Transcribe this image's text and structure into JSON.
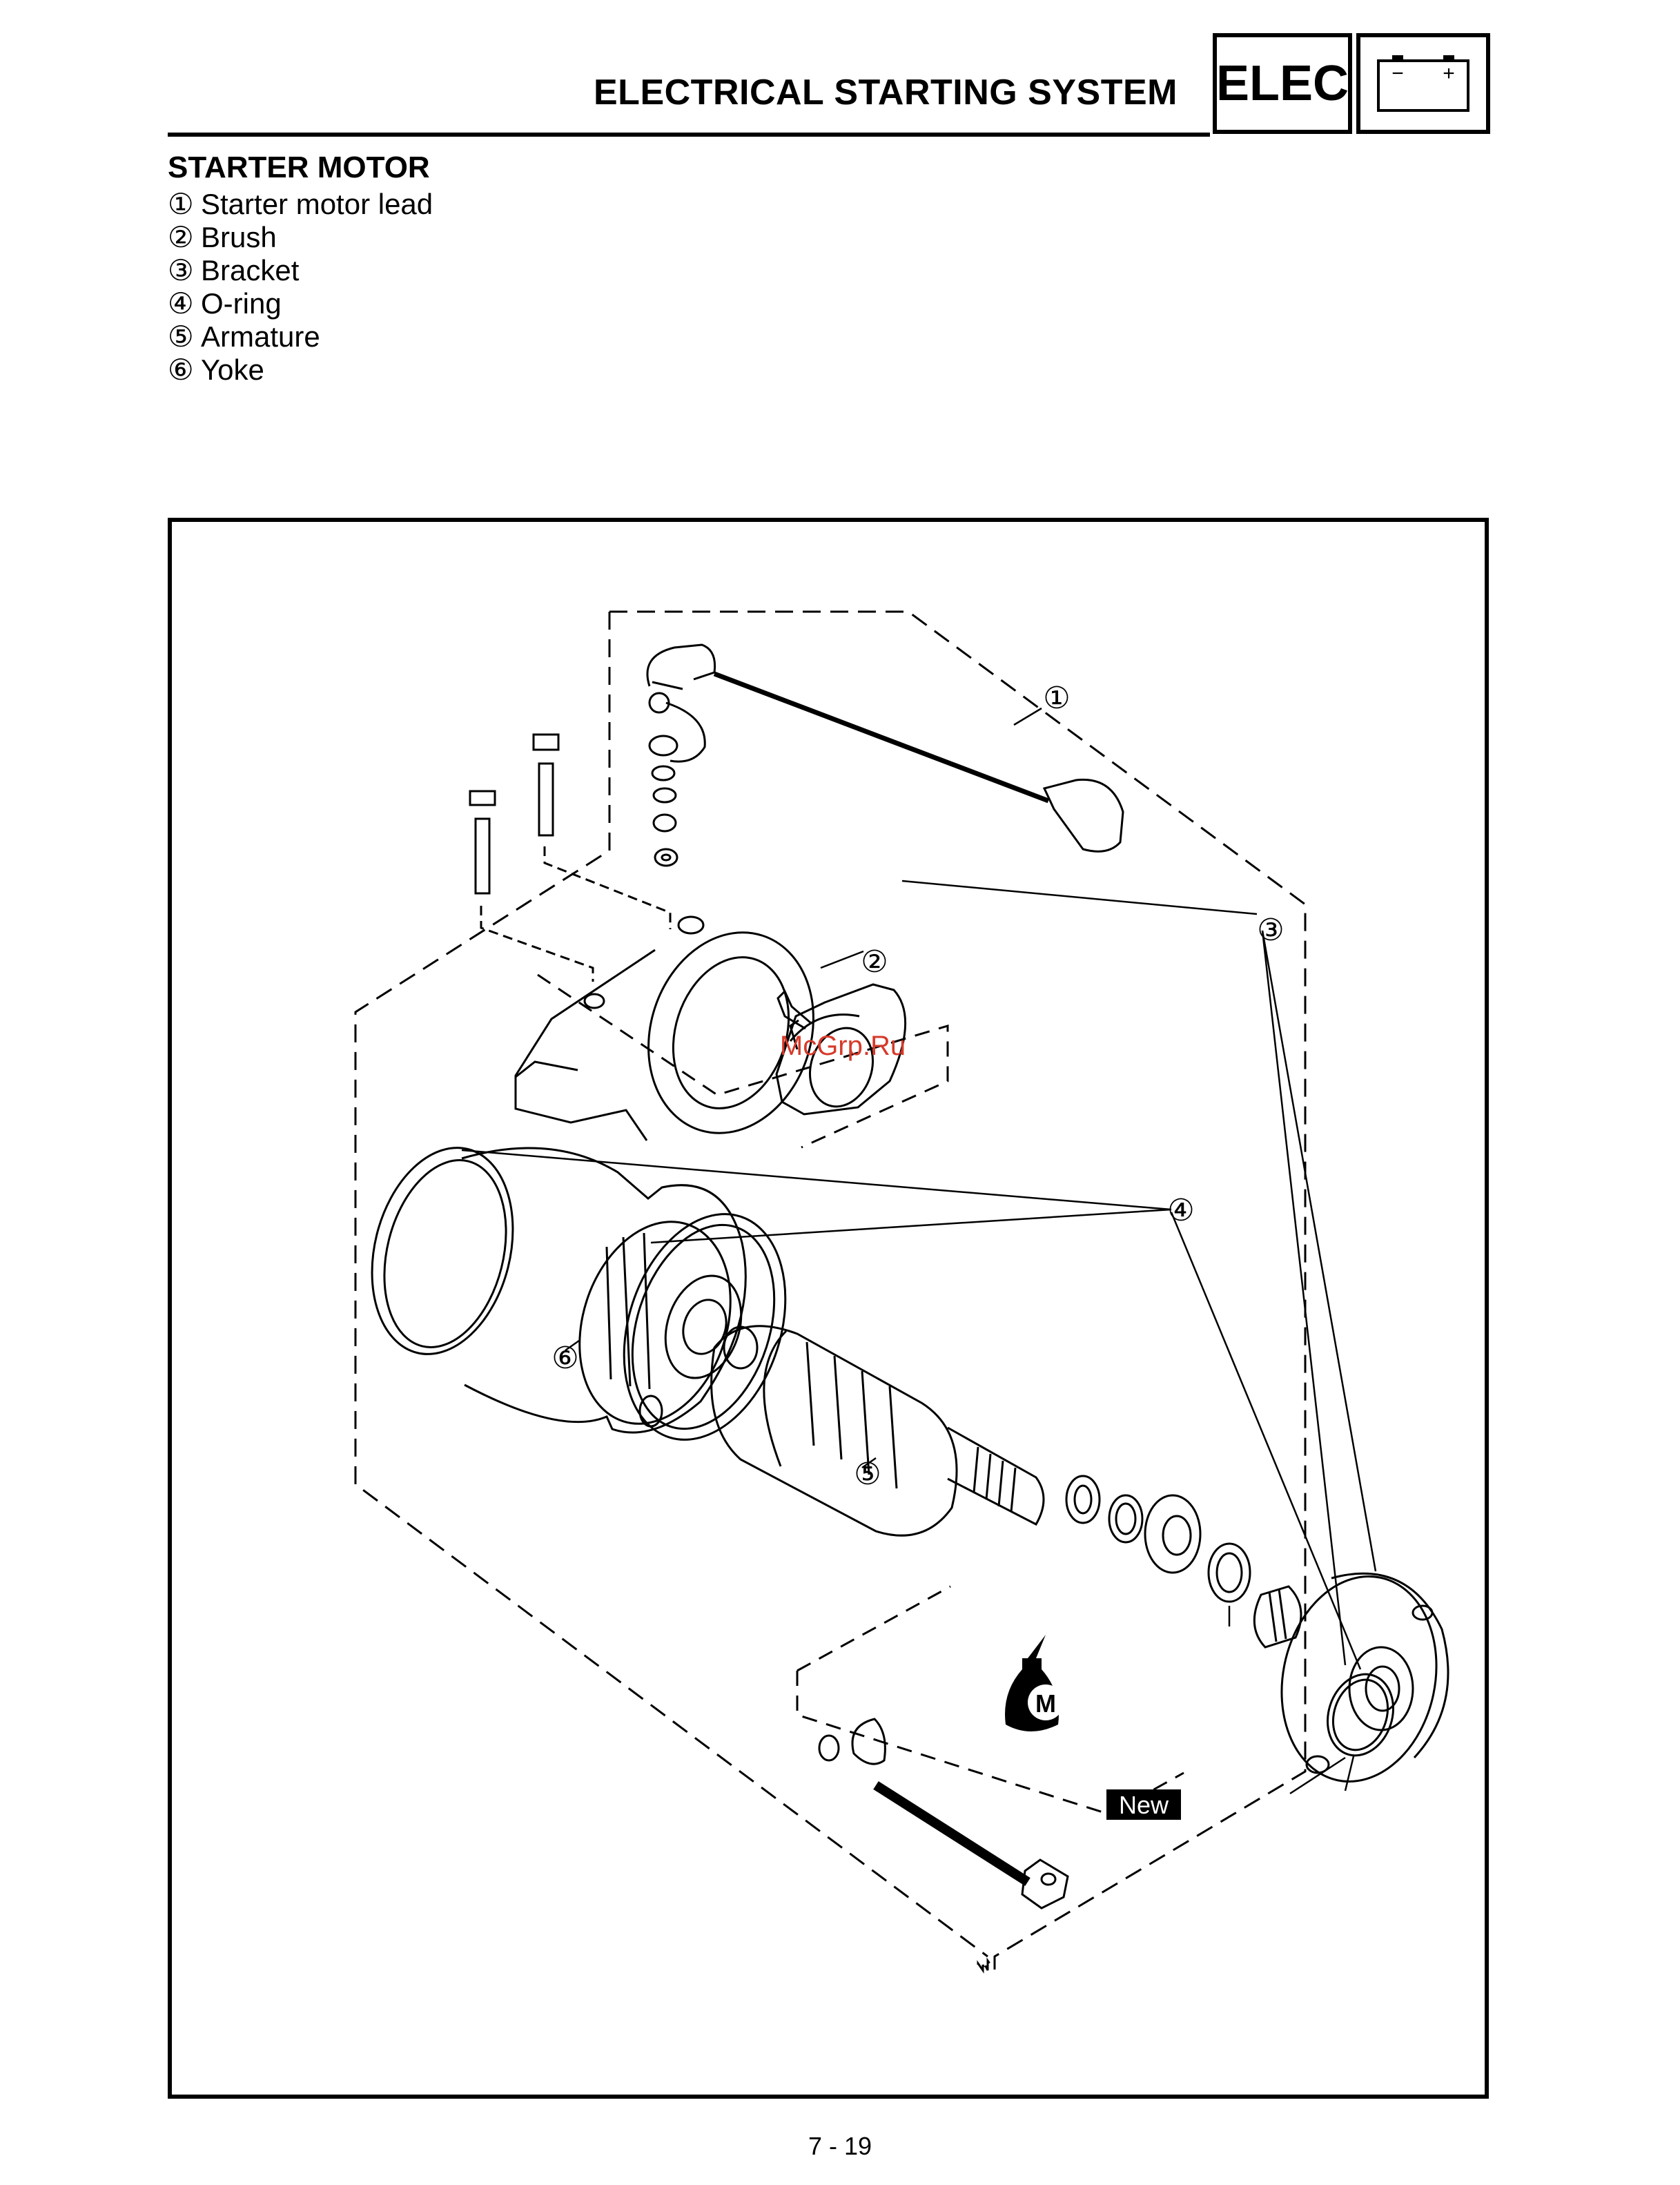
{
  "header": {
    "title": "ELECTRICAL STARTING SYSTEM",
    "badge": "ELEC",
    "battery_icon": "battery-icon",
    "minus_sign": "−",
    "plus_sign": "+"
  },
  "section": {
    "title": "STARTER MOTOR",
    "legend": [
      {
        "num": "①",
        "label": "Starter motor lead"
      },
      {
        "num": "②",
        "label": "Brush"
      },
      {
        "num": "③",
        "label": "Bracket"
      },
      {
        "num": "④",
        "label": "O-ring"
      },
      {
        "num": "⑤",
        "label": "Armature"
      },
      {
        "num": "⑥",
        "label": "Yoke"
      }
    ]
  },
  "figure": {
    "callouts": [
      "①",
      "②",
      "③",
      "④",
      "⑤",
      "⑥"
    ],
    "watermark": "McGrp.Ru",
    "new_tag": "New",
    "lube_mark": "M"
  },
  "footer": {
    "page_number": "7 - 19"
  }
}
